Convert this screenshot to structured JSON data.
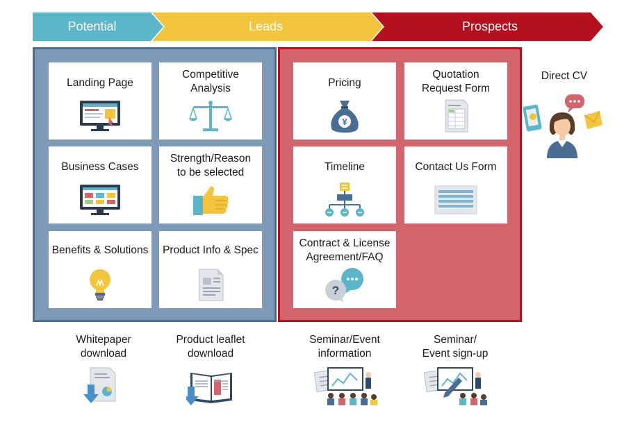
{
  "stages": [
    {
      "id": "potential",
      "label": "Potential",
      "color": "#5bb6c9"
    },
    {
      "id": "leads",
      "label": "Leads",
      "color": "#f2c53d"
    },
    {
      "id": "prospects",
      "label": "Prospects",
      "color": "#b5101e"
    }
  ],
  "potential_cards": [
    {
      "label": "Landing Page",
      "icon": "monitor-webpage-icon"
    },
    {
      "label": "Competitive\nAnalysis",
      "icon": "balance-scale-icon"
    },
    {
      "label": "Business Cases",
      "icon": "monitor-dashboard-icon"
    },
    {
      "label": "Strength/Reason\nto be selected",
      "icon": "thumbs-up-icon"
    },
    {
      "label": "Benefits & Solutions",
      "icon": "lightbulb-icon"
    },
    {
      "label": "Product Info & Spec",
      "icon": "document-icon"
    }
  ],
  "prospect_cards": [
    {
      "label": "Pricing",
      "icon": "money-bag-yen-icon",
      "symbol": "¥"
    },
    {
      "label": "Quotation\nRequest Form",
      "icon": "form-document-icon"
    },
    {
      "label": "Timeline",
      "icon": "flowchart-icon"
    },
    {
      "label": "Contact Us Form",
      "icon": "contact-form-icon"
    },
    {
      "label": "Contract & License\nAgreement/FAQ",
      "icon": "chat-bubbles-icon",
      "symbol": "?"
    }
  ],
  "direct": {
    "label": "Direct CV",
    "icon": "person-with-devices-icon"
  },
  "bottom_items": [
    {
      "label": "Whitepaper\ndownload",
      "icon": "whitepaper-download-icon"
    },
    {
      "label": "Product leaflet\ndownload",
      "icon": "leaflet-download-icon"
    },
    {
      "label": "Seminar/Event\ninformation",
      "icon": "seminar-icon"
    },
    {
      "label": "Seminar/\nEvent sign-up",
      "icon": "seminar-signup-icon"
    }
  ],
  "colors": {
    "potential_panel": "#7d9bb6",
    "potential_border": "#4a6e93",
    "prospects_panel": "#d2646c",
    "prospects_border": "#b5101e"
  }
}
